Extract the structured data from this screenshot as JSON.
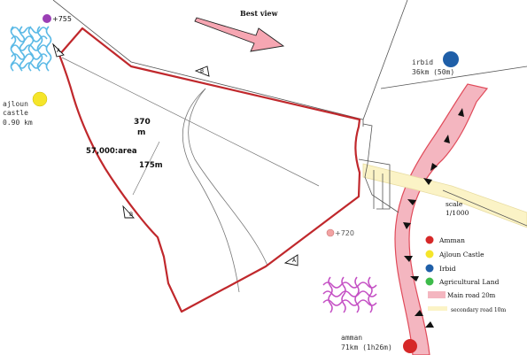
{
  "map": {
    "best_view_label": "Best view",
    "area_label": "57,000:area",
    "dimension_long": "370",
    "dimension_long_unit": "m",
    "dimension_short": "175m",
    "scale_label": "scale",
    "scale_value": "1/1000",
    "elevation_top": "+755",
    "elevation_mid": "+720",
    "section_marks": [
      "A",
      "B",
      "B",
      "A"
    ]
  },
  "places": {
    "irbid_name": "irbid",
    "irbid_distance": "36km (50m)",
    "ajloun_line1": "ajloun",
    "ajloun_line2": "castle",
    "ajloun_distance": "0.90 km",
    "amman_name": "amman",
    "amman_distance": "71km (1h26m)"
  },
  "legend": {
    "items": [
      {
        "label": "Amman",
        "color": "#d62828"
      },
      {
        "label": "Ajloun Castle",
        "color": "#f5e52a"
      },
      {
        "label": "Irbid",
        "color": "#1f5fa8"
      },
      {
        "label": "Agricultural Land",
        "color": "#3dbb4a"
      }
    ],
    "main_road_label": "Main road 20m",
    "main_road_color": "#f4b6c0",
    "secondary_road_label": "secondary road 10m",
    "secondary_road_color": "#fbf3c6"
  },
  "colors": {
    "plot_outline": "#c0282c",
    "road_outline": "#e04b5a",
    "water_blue": "#5ab9e6",
    "agri_purple": "#c44fc4",
    "elevation_dot_purple": "#9b3fb5",
    "elevation_dot_pink": "#f2a3a3",
    "arrow_fill": "#f6a6b2"
  }
}
